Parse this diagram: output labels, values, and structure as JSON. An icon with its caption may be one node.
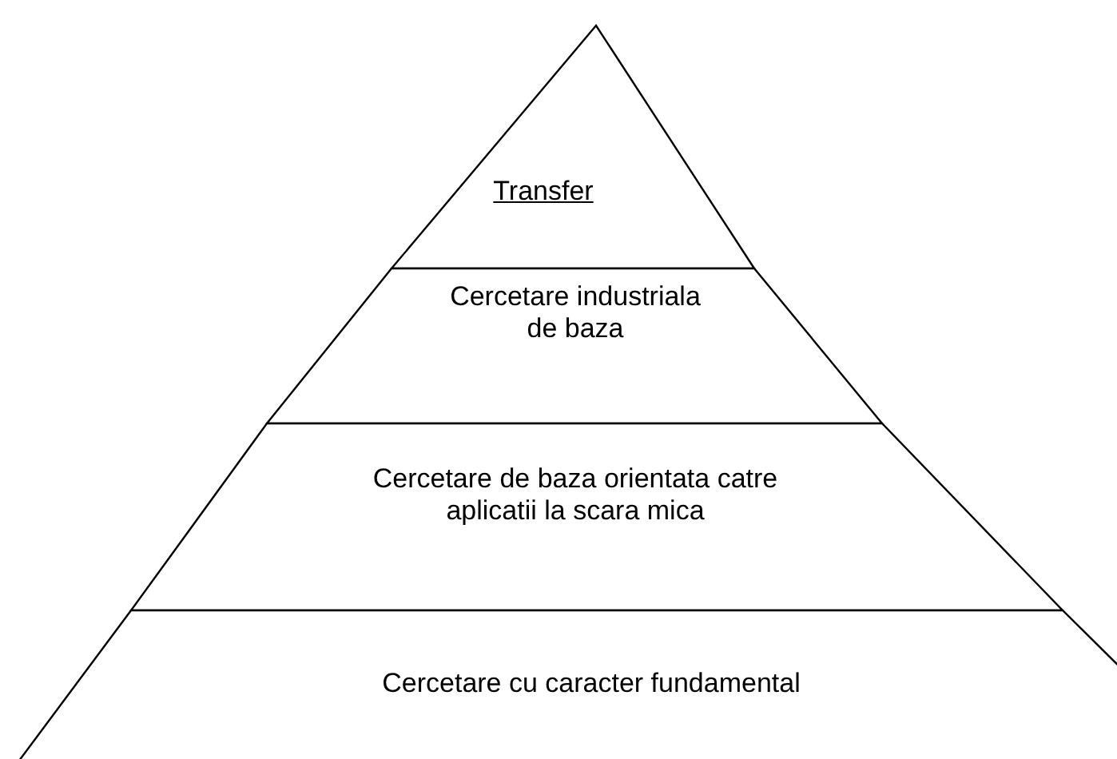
{
  "diagram": {
    "nodes": [
      {
        "text": [
          "Transfer"
        ]
      },
      {
        "text": [
          "Cercetare industriala de baza"
        ]
      },
      {
        "text": [
          "Cercetare de baza orientata catre aplicatii la scara mica"
        ]
      },
      {
        "text": [
          "Cercetare cu caracter fundamental"
        ]
      }
    ]
  }
}
